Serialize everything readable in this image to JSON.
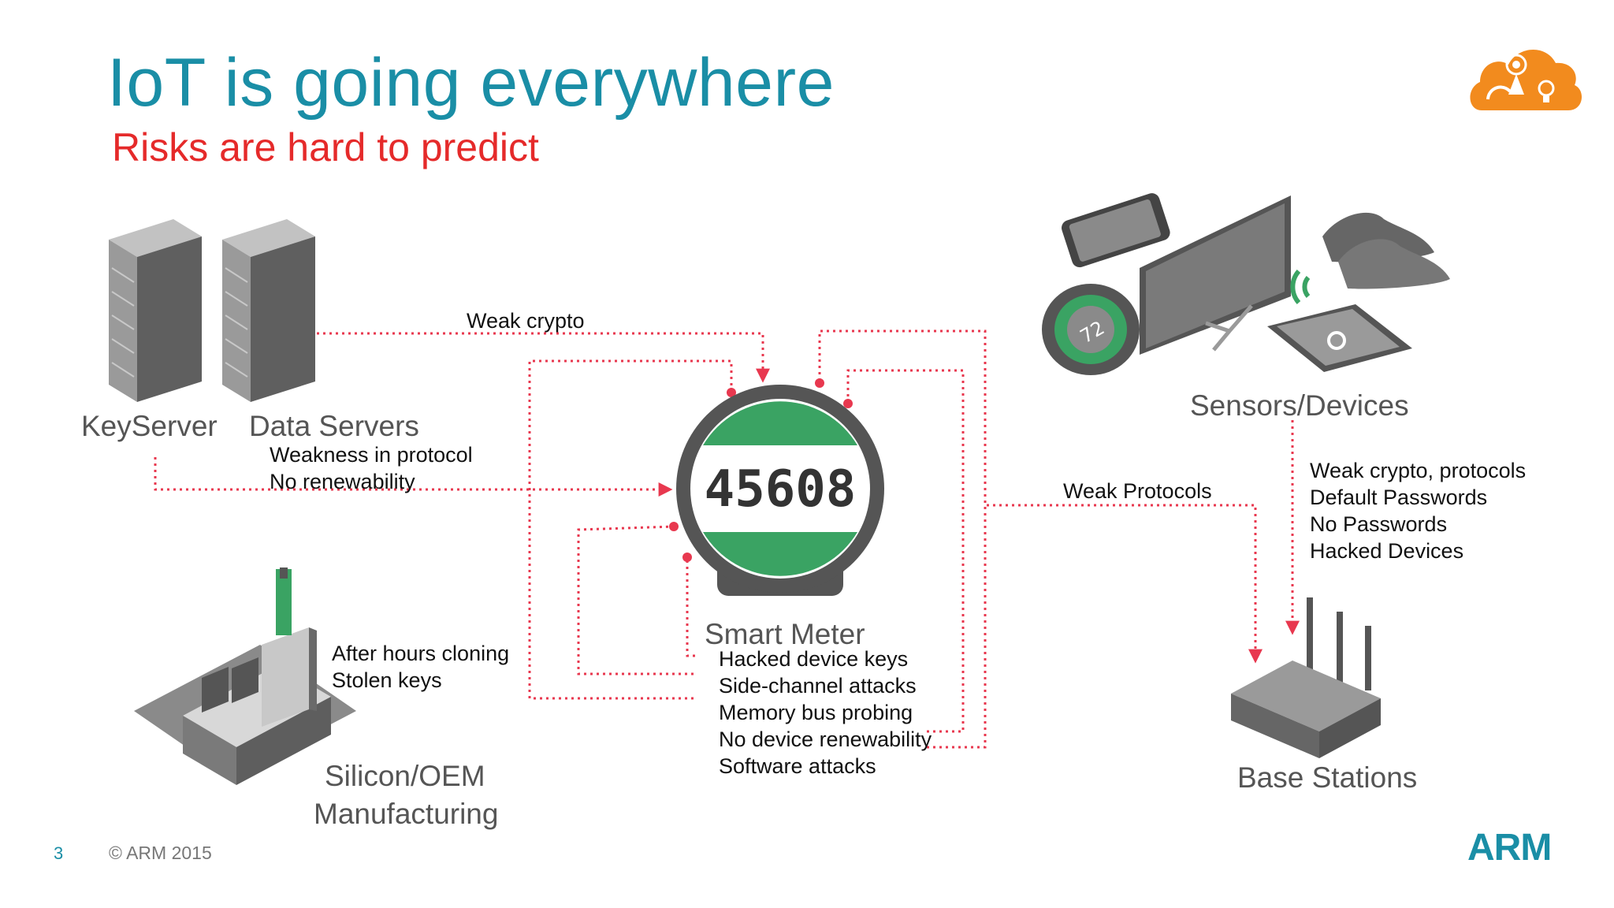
{
  "slide": {
    "title": "IoT is going everywhere",
    "subtitle": "Risks are hard to predict",
    "page_number": "3",
    "copyright": "© ARM 2015",
    "brand": "ARM"
  },
  "nodes": {
    "keyserver": {
      "label": "KeyServer"
    },
    "data_servers": {
      "label": "Data Servers"
    },
    "smart_meter": {
      "label": "Smart Meter",
      "display_value": "45608"
    },
    "sensors": {
      "label": "Sensors/Devices",
      "thermostat_value": "72"
    },
    "base_stations": {
      "label": "Base Stations"
    },
    "manufacturing": {
      "label_line1": "Silicon/OEM",
      "label_line2": "Manufacturing"
    }
  },
  "annotations": {
    "weak_crypto": "Weak crypto",
    "protocol_weakness": "Weakness in protocol\nNo renewability",
    "weak_protocols": "Weak Protocols",
    "device_risks": "Weak crypto, protocols\nDefault Passwords\nNo Passwords\nHacked Devices",
    "manufacturing_risks": "After hours cloning\nStolen keys",
    "meter_risks": "Hacked device keys\nSide-channel attacks\nMemory bus probing\nNo device renewability\nSoftware attacks"
  },
  "colors": {
    "title": "#1a8ea6",
    "subtitle": "#e52a2a",
    "connector": "#e8384f",
    "meter_green": "#3aa363",
    "logo_orange": "#f28b1e"
  }
}
